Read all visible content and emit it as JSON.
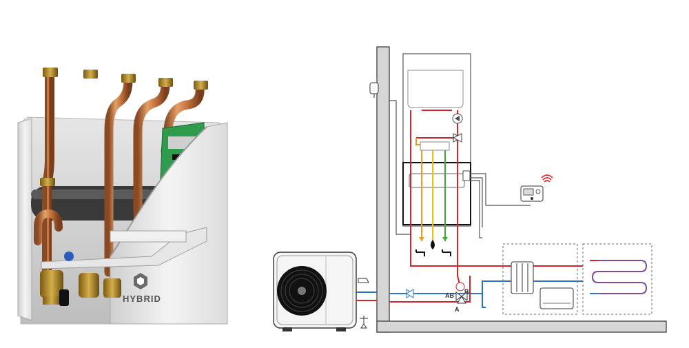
{
  "product": {
    "brand_label": "HYBRID"
  },
  "schematic": {
    "valve_labels": {
      "ab": "AB",
      "b": "B",
      "a": "A"
    }
  },
  "colors": {
    "hot_pipe": "#d6232a",
    "cold_pipe": "#2f73c6",
    "yellow_pipe": "#f4c200",
    "green_pipe": "#3aaa35",
    "orange_pipe": "#f39a1d",
    "copper": "#c9783f",
    "wall": "#d9d9d9",
    "wifi": "#e3262a"
  },
  "icons": [
    "outdoor-heat-pump-unit",
    "fan-icon",
    "wall-thermostat-icon",
    "wifi-signal-icon",
    "radiator-icon",
    "fan-coil-icon",
    "underfloor-heating-icon",
    "tap-icon",
    "gas-flame-icon",
    "three-way-valve-icon",
    "circulation-pump-icon",
    "filter-icon",
    "outdoor-sensor-icon",
    "hybrid-logo"
  ]
}
